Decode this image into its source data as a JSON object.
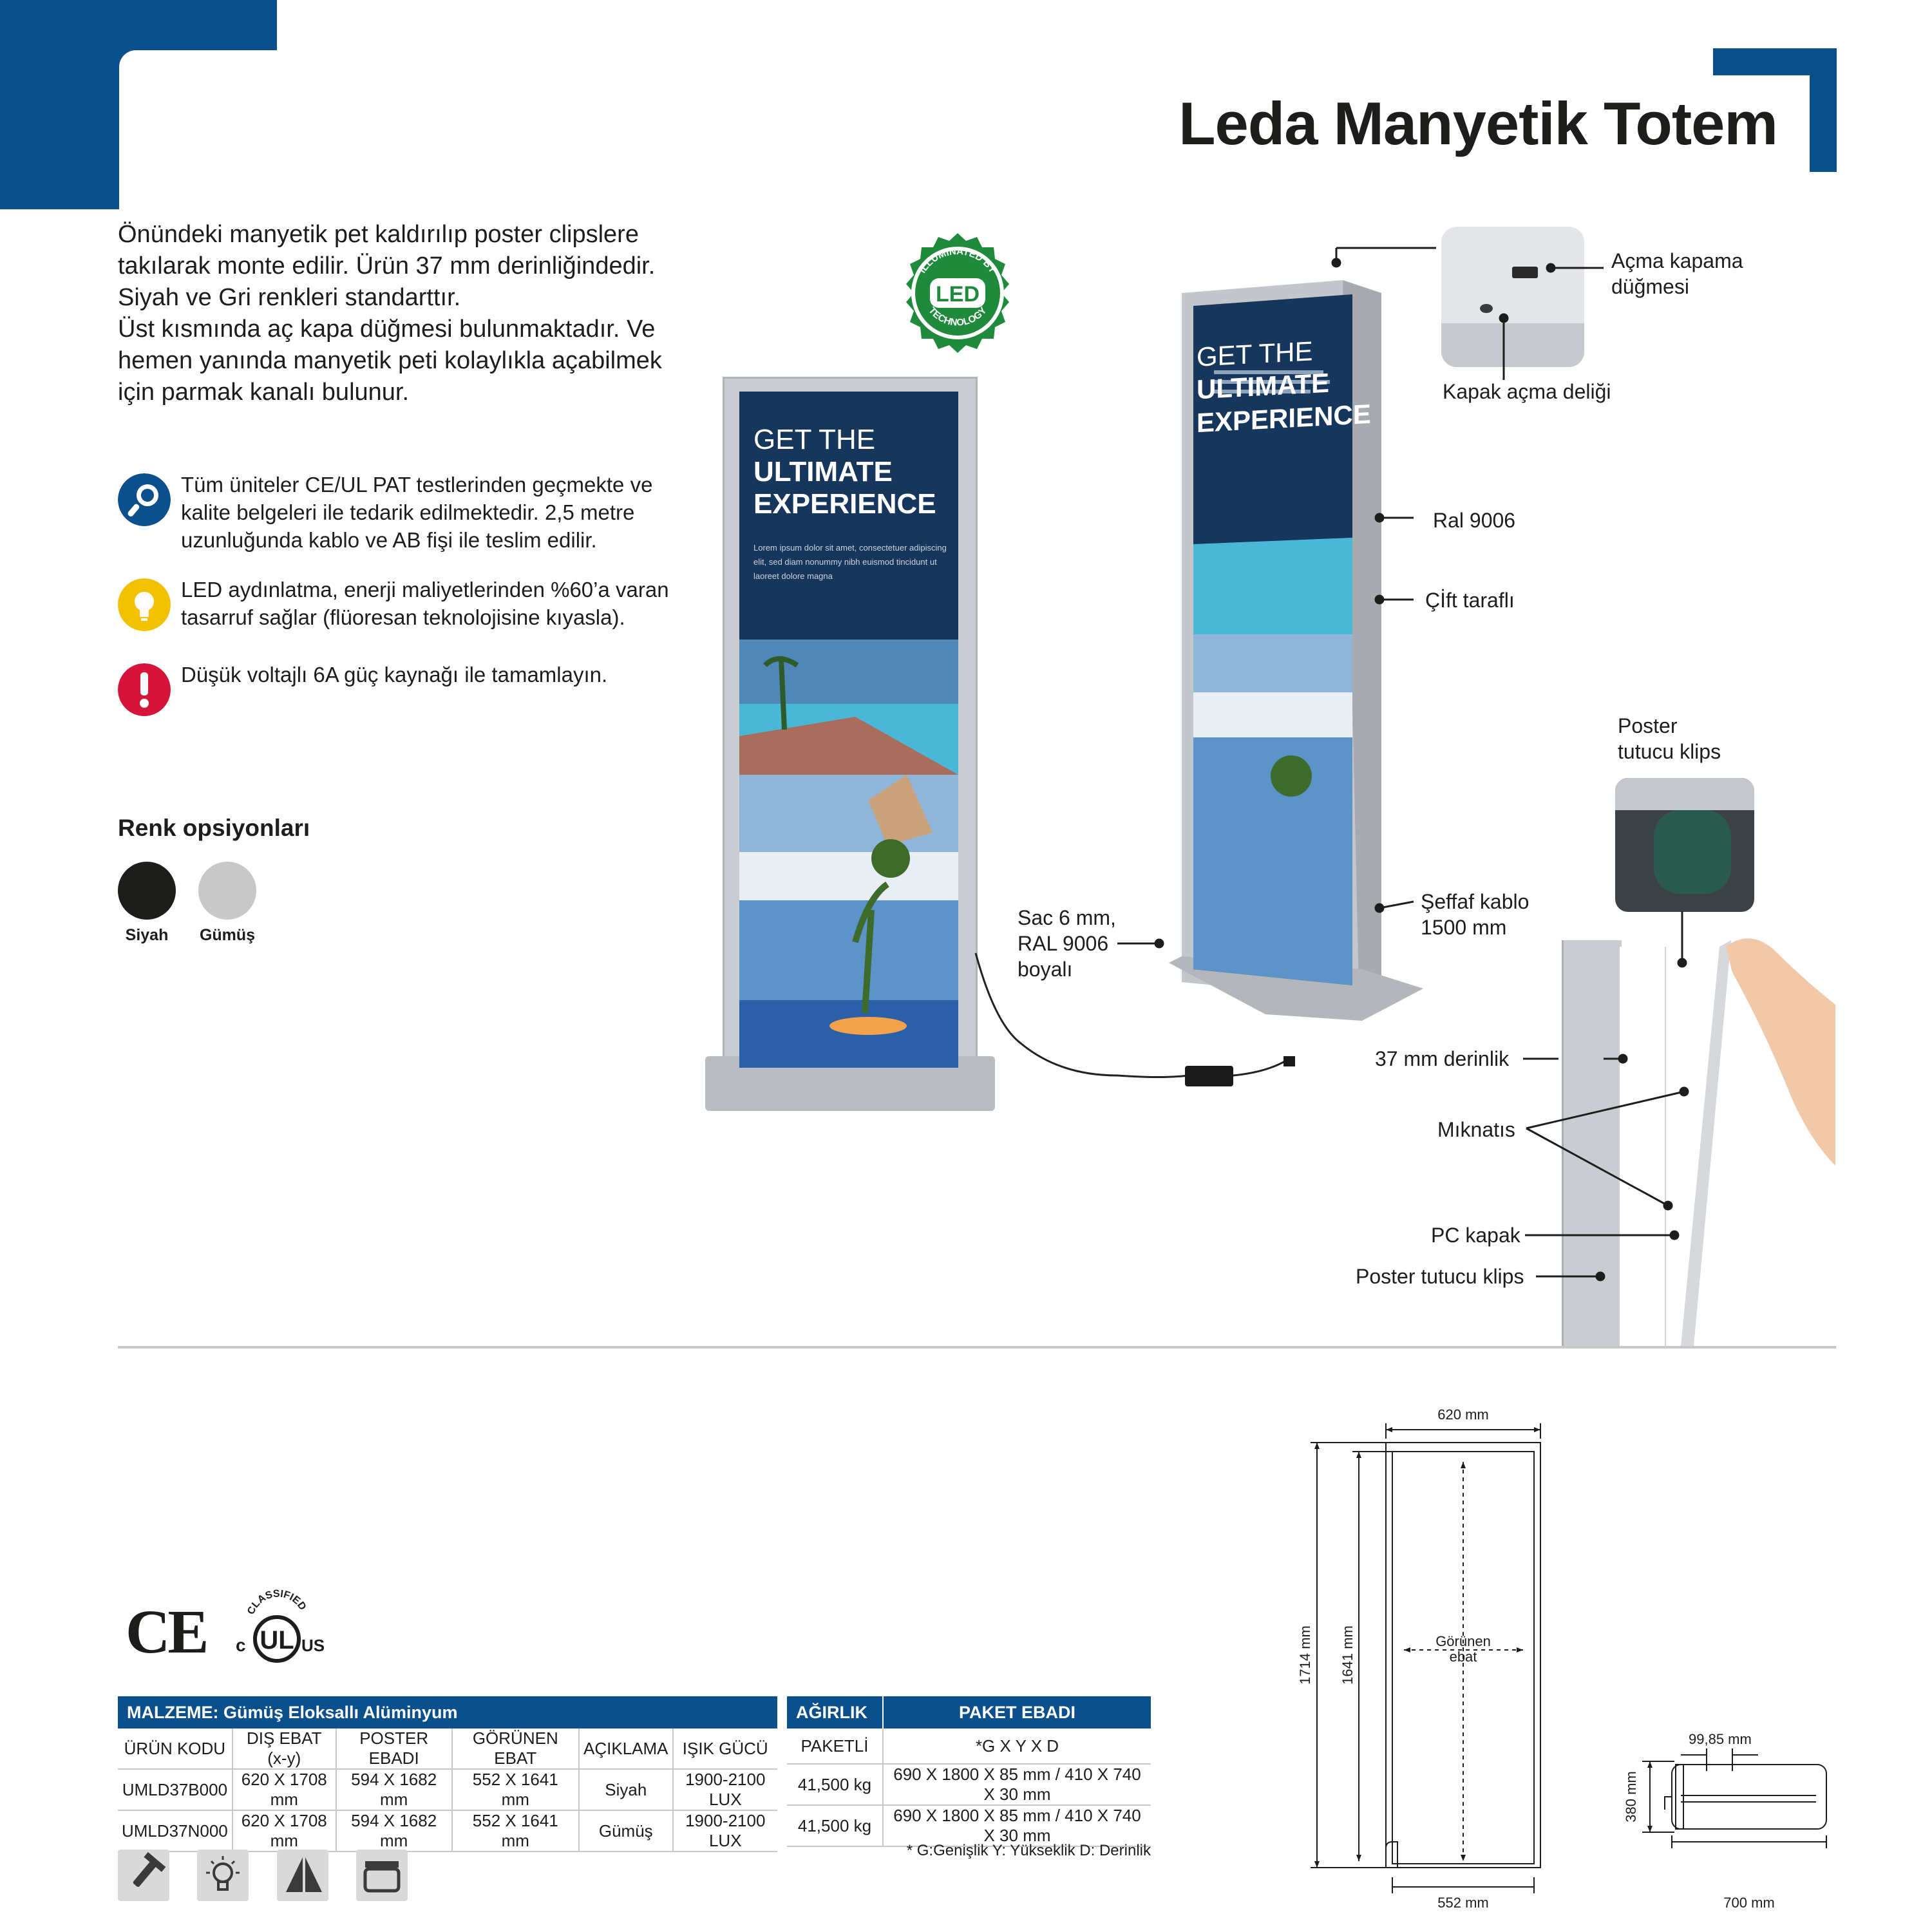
{
  "title": "Leda Manyetik Totem",
  "intro": [
    "Önündeki manyetik pet kaldırılıp poster clipslere",
    "takılarak monte edilir. Ürün 37 mm derinliğindedir.",
    "Siyah ve Gri renkleri standarttır.",
    "Üst kısmında aç kapa düğmesi bulunmaktadır. Ve",
    "hemen yanında manyetik peti kolaylıkla açabilmek",
    "için parmak kanalı bulunur."
  ],
  "bullets": [
    {
      "icon": "magnifier-icon",
      "color": "#0b4f8c",
      "lines": [
        "Tüm üniteler CE/UL PAT testlerinden geçmekte ve",
        "kalite belgeleri ile tedarik edilmektedir. 2,5 metre",
        "uzunluğunda kablo ve AB fişi ile teslim edilir."
      ]
    },
    {
      "icon": "lightbulb-icon",
      "color": "#f2c200",
      "lines": [
        "LED aydınlatma, enerji maliyetlerinden %60’a varan",
        "tasarruf sağlar (flüoresan teknolojisine kıyasla)."
      ]
    },
    {
      "icon": "exclamation-icon",
      "color": "#d6143a",
      "lines": [
        "Düşük voltajlı 6A güç kaynağı ile tamamlayın."
      ]
    }
  ],
  "colors_heading": "Renk opsiyonları",
  "color_options": [
    {
      "label": "Siyah",
      "color": "#1d1d1b"
    },
    {
      "label": "Gümüş",
      "color": "#c8c8c8"
    }
  ],
  "led_badge": {
    "top": "ILLUMINATED BY",
    "center": "LED",
    "bottom": "TECHNOLOGY",
    "color": "#1f8a3c"
  },
  "poster": {
    "line1": "GET THE",
    "line2": "ULTIMATE",
    "line3": "EXPERIENCE",
    "body": "Lorem ipsum dolor sit amet, consectetuer adipiscing elit, sed diam nonummy nibh euismod tincidunt ut laoreet dolore magna"
  },
  "callouts": {
    "acma_kapama": [
      "Açma kapama",
      "düğmesi"
    ],
    "kapak_acma": "Kapak açma deliği",
    "ral": "Ral 9006",
    "cift": "Çİft taraflı",
    "seffaf": [
      "Şeffaf kablo",
      "1500 mm"
    ],
    "sac": [
      "Sac 6 mm,",
      "RAL 9006",
      "boyalı"
    ],
    "poster_klips_top": [
      "Poster",
      "tutucu klips"
    ],
    "derinlik": "37 mm derinlik",
    "miknatis": "Mıknatıs",
    "pc_kapak": "PC kapak",
    "poster_klips": "Poster tutucu klips"
  },
  "certs": {
    "ce": "CE",
    "ul": "UL",
    "ul_top": "CLASSIFIED",
    "ul_left": "c",
    "ul_right": "US"
  },
  "table": {
    "material_header": "MALZEME: Gümüş Eloksallı Alüminyum",
    "weight_header": "AĞIRLIK",
    "package_header": "PAKET EBADI",
    "columns": [
      "ÜRÜN KODU",
      "DIŞ EBAT (x-y)",
      "POSTER EBADI",
      "GÖRÜNEN EBAT",
      "AÇIKLAMA",
      "IŞIK GÜCÜ"
    ],
    "weight_col": "PAKETLİ",
    "package_col": "*G X Y X D",
    "rows": [
      {
        "code": "UMLD37B000",
        "dis": "620 X 1708 mm",
        "poster": "594 X 1682 mm",
        "gorunen": "552 X 1641 mm",
        "aciklama": "Siyah",
        "isik": "1900-2100 LUX",
        "weight": "41,500 kg",
        "package": "690 X 1800 X 85 mm / 410 X 740 X 30 mm"
      },
      {
        "code": "UMLD37N000",
        "dis": "620 X 1708 mm",
        "poster": "594 X 1682 mm",
        "gorunen": "552 X 1641 mm",
        "aciklama": "Gümüş",
        "isik": "1900-2100 LUX",
        "weight": "41,500 kg",
        "package": "690 X 1800 X 85 mm / 410 X 740 X 30 mm"
      }
    ],
    "footnote": "* G:Genişlik  Y: Yükseklik  D: Derinlik"
  },
  "feature_icons": [
    "screw-icon",
    "lightbulb-outline-icon",
    "double-sided-icon",
    "slate-icon"
  ],
  "drawing": {
    "width_top": "620 mm",
    "height_outer": "1714 mm",
    "height_inner": "1641 mm",
    "visible": [
      "Görünen",
      "ebat"
    ],
    "width_bottom": "552 mm",
    "base_depth": "99,85 mm",
    "base_height": "380 mm",
    "base_width": "700 mm"
  },
  "brand_color": "#0b4f8c"
}
